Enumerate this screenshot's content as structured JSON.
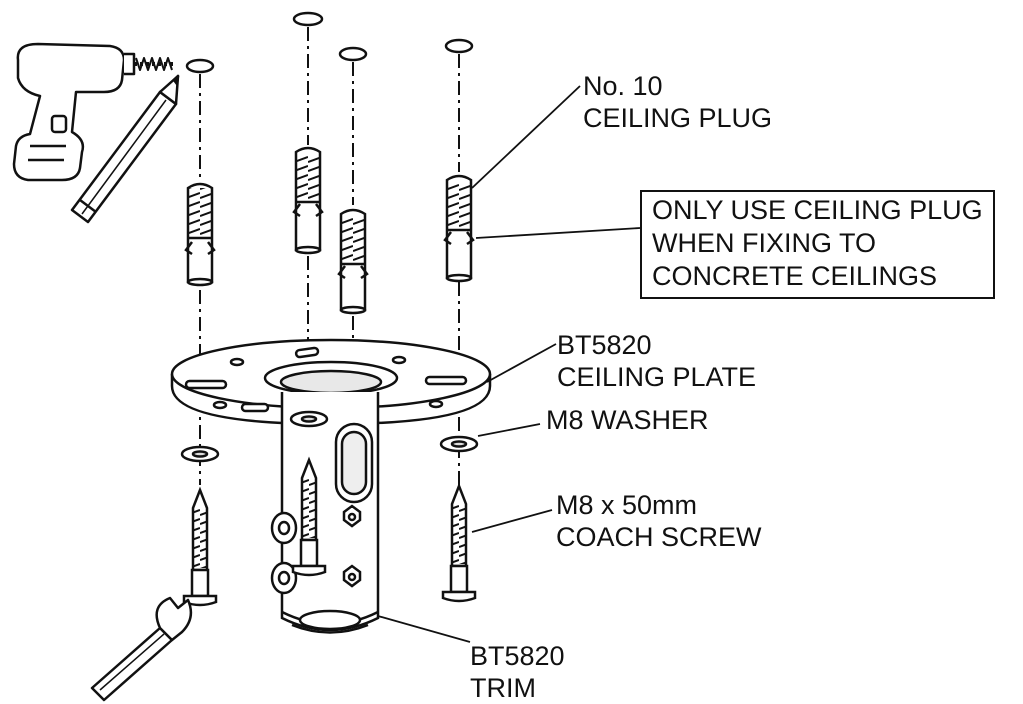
{
  "labels": {
    "ceiling_plug": [
      "No. 10",
      "CEILING PLUG"
    ],
    "concrete_note": [
      "ONLY USE CEILING PLUG",
      "WHEN FIXING TO",
      "CONCRETE CEILINGS"
    ],
    "ceiling_plate": [
      "BT5820",
      "CEILING PLATE"
    ],
    "washer": [
      "M8 WASHER"
    ],
    "coach_screw": [
      "M8 x 50mm",
      "COACH SCREW"
    ],
    "trim": [
      "BT5820",
      "TRIM"
    ]
  },
  "colors": {
    "stroke": "#111111",
    "fill": "#ffffff",
    "shade": "#dcdcdc"
  },
  "icons": {
    "drill": "cordless-drill-icon",
    "pencil": "pencil-icon",
    "spanner": "spanner-icon"
  }
}
